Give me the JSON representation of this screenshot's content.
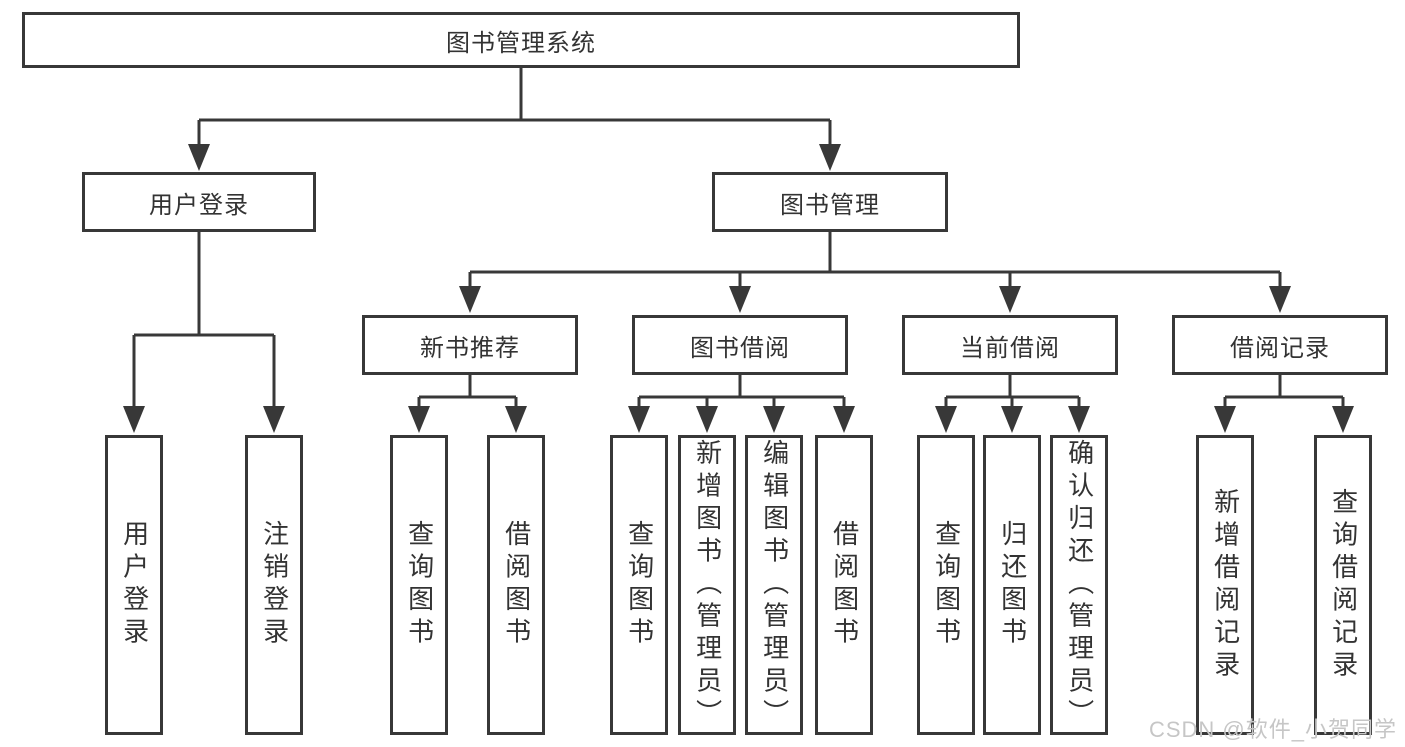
{
  "diagram": {
    "tree": {
      "label": "图书管理系统",
      "children": [
        {
          "label": "用户登录",
          "children": [
            {
              "label": "用户登录"
            },
            {
              "label": "注销登录"
            }
          ]
        },
        {
          "label": "图书管理",
          "children": [
            {
              "label": "新书推荐",
              "children": [
                {
                  "label": "查询图书"
                },
                {
                  "label": "借阅图书"
                }
              ]
            },
            {
              "label": "图书借阅",
              "children": [
                {
                  "label": "查询图书"
                },
                {
                  "label": "新增图书（管理员）"
                },
                {
                  "label": "编辑图书（管理员）"
                },
                {
                  "label": "借阅图书"
                }
              ]
            },
            {
              "label": "当前借阅",
              "children": [
                {
                  "label": "查询图书"
                },
                {
                  "label": "归还图书"
                },
                {
                  "label": "确认归还（管理员）"
                }
              ]
            },
            {
              "label": "借阅记录",
              "children": [
                {
                  "label": "新增借阅记录"
                },
                {
                  "label": "查询借阅记录"
                }
              ]
            }
          ]
        }
      ]
    },
    "colors": {
      "line": "#383838",
      "text": "#333333",
      "background": "#ffffff",
      "watermark": "#c6c6c6"
    },
    "watermark": {
      "text": "CSDN @软件_小贺同学"
    }
  }
}
